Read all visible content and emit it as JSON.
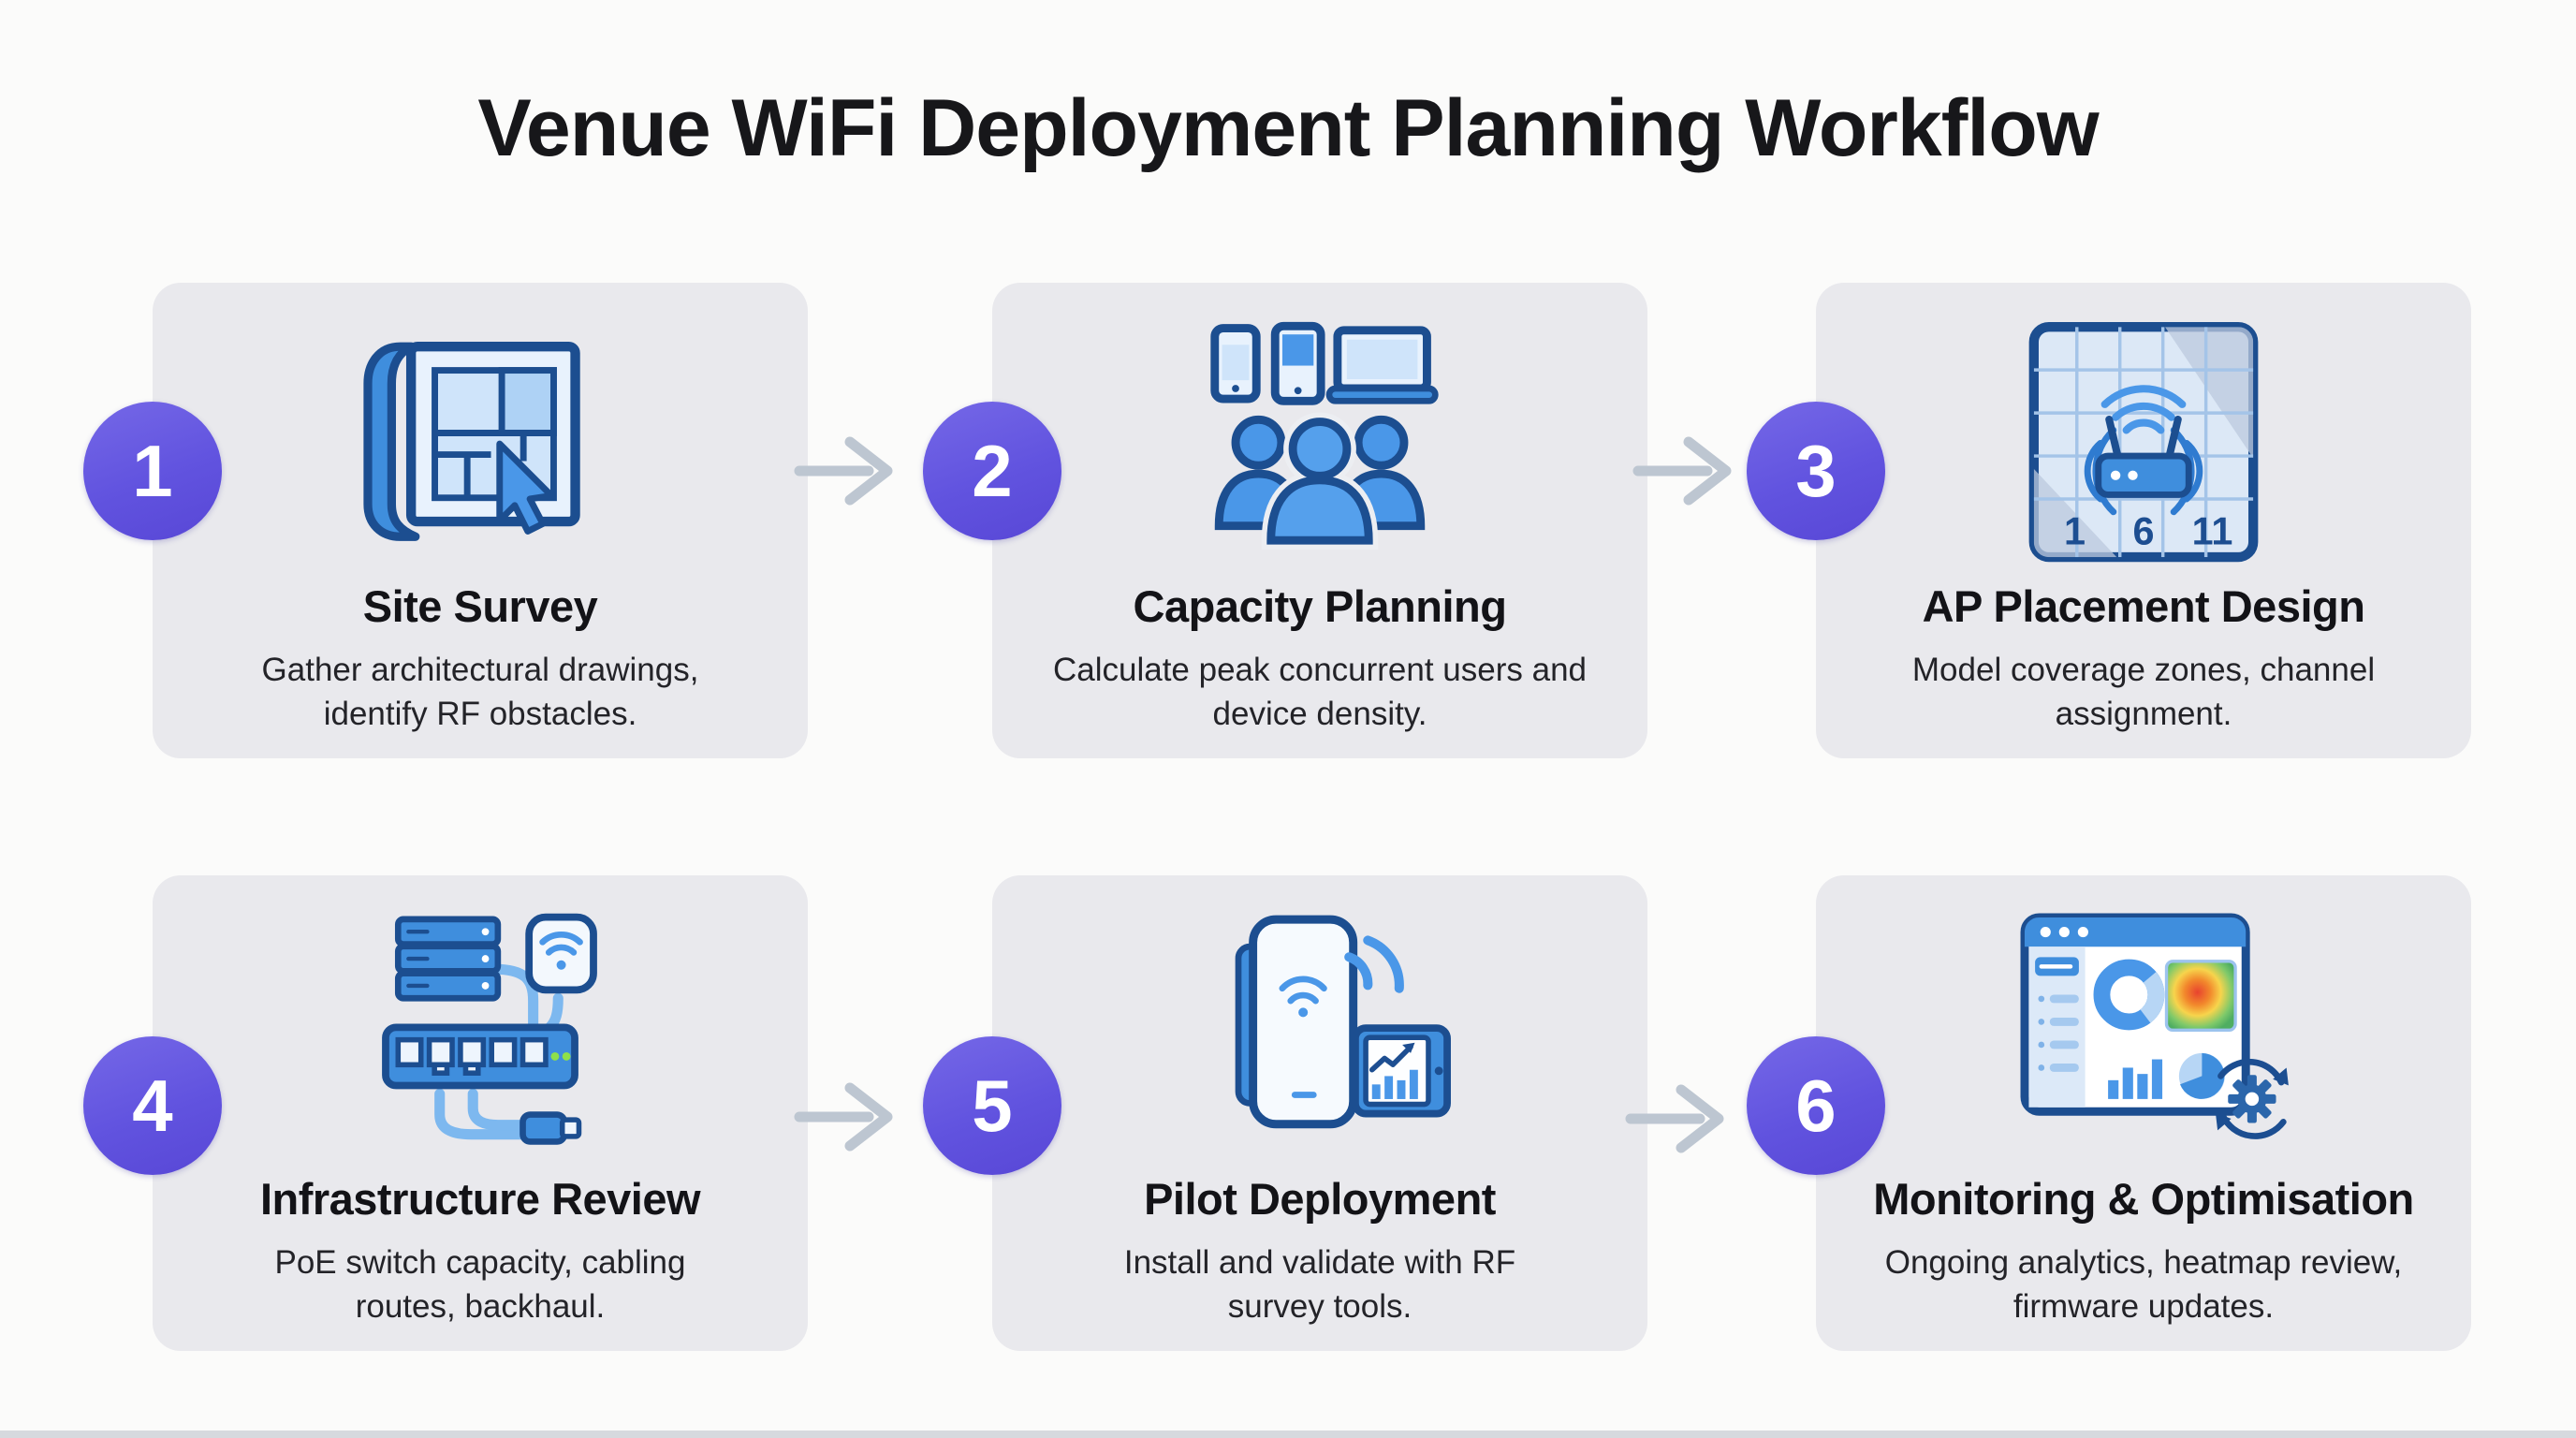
{
  "title": "Venue WiFi Deployment Planning Workflow",
  "colors": {
    "accent_purple": "#6153DF",
    "card_background": "#E9E9ED",
    "arrow_gray": "#BDC6D1",
    "icon_navy": "#1C4E90",
    "icon_blue": "#3F8EDD",
    "icon_light_blue": "#E8F2FD",
    "heatmap_red": "#E8432E",
    "led_green": "#8EE04A"
  },
  "steps": [
    {
      "number": "1",
      "title": "Site Survey",
      "description": "Gather architectural drawings, identify RF obstacles.",
      "icon": "blueprint-cursor-icon"
    },
    {
      "number": "2",
      "title": "Capacity Planning",
      "description": "Calculate peak concurrent users and device density.",
      "icon": "devices-users-icon"
    },
    {
      "number": "3",
      "title": "AP Placement Design",
      "description": "Model coverage zones, channel assignment.",
      "icon": "coverage-map-icon",
      "channels": [
        "1",
        "6",
        "11"
      ]
    },
    {
      "number": "4",
      "title": "Infrastructure Review",
      "description": "PoE switch capacity, cabling routes, backhaul.",
      "icon": "poe-switch-icon"
    },
    {
      "number": "5",
      "title": "Pilot Deployment",
      "description": "Install and validate with RF survey tools.",
      "icon": "access-point-survey-icon"
    },
    {
      "number": "6",
      "title": "Monitoring & Optimisation",
      "description": "Ongoing analytics, heatmap review, firmware updates.",
      "icon": "dashboard-gear-icon"
    }
  ]
}
